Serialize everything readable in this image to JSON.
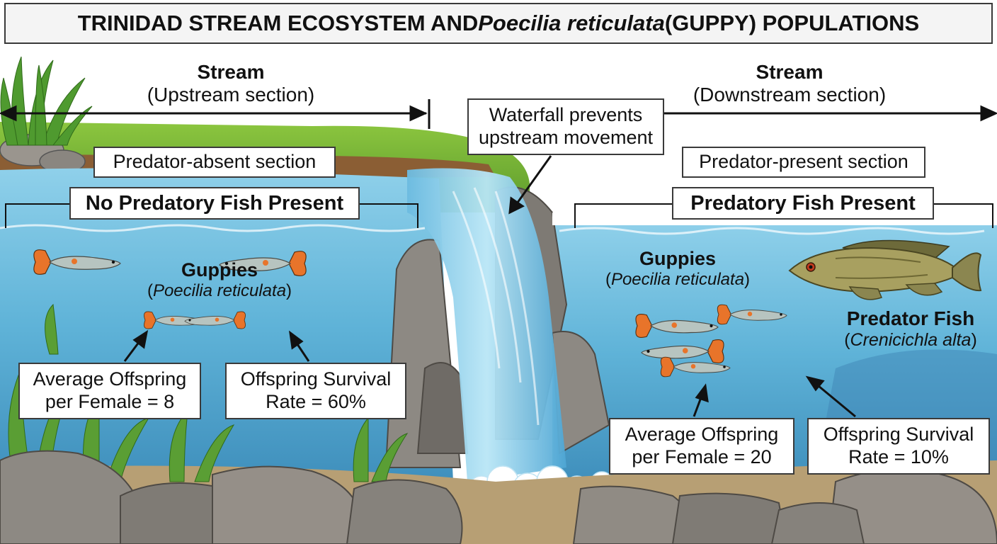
{
  "title": {
    "prefix": "TRINIDAD STREAM ECOSYSTEM AND ",
    "species_italic": "Poecilia reticulata",
    "suffix": " (GUPPY) POPULATIONS"
  },
  "upstream": {
    "stream_label": "Stream",
    "section_label": "(Upstream section)",
    "section_tag": "Predator-absent section",
    "predator_status": "No Predatory Fish Present",
    "guppies": {
      "common": "Guppies",
      "open": "(",
      "sci": "Poecilia reticulata",
      "close": ")"
    },
    "stats": [
      {
        "line1": "Average Offspring",
        "line2": "per Female = 8"
      },
      {
        "line1": "Offspring Survival",
        "line2": "Rate = 60%"
      }
    ]
  },
  "waterfall": {
    "line1": "Waterfall prevents",
    "line2": "upstream movement"
  },
  "downstream": {
    "stream_label": "Stream",
    "section_label": "(Downstream section)",
    "section_tag": "Predator-present section",
    "predator_status": "Predatory Fish Present",
    "guppies": {
      "common": "Guppies",
      "open": "(",
      "sci": "Poecilia reticulata",
      "close": ")"
    },
    "predator": {
      "common": "Predator Fish",
      "open": "(",
      "sci": "Crenicichla alta",
      "close": ")"
    },
    "stats": [
      {
        "line1": "Average Offspring",
        "line2": "per Female = 20"
      },
      {
        "line1": "Offspring Survival",
        "line2": "Rate = 10%"
      }
    ]
  },
  "colors": {
    "water": "#5fb3d8",
    "water_deep": "#3f92bf",
    "rock": "#8a8680",
    "grass": "#5ea83a",
    "guppy_tail": "#e8742a"
  }
}
